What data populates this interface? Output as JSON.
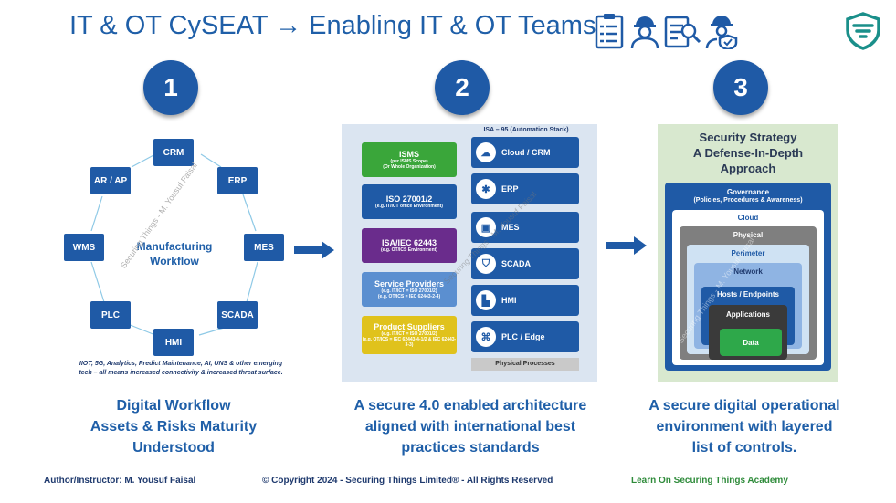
{
  "header": {
    "title": "IT & OT CySEAT → Enabling IT & OT Teams",
    "icons": [
      "checklist-icon",
      "worker-icon",
      "inspection-icon",
      "engineer-shield-icon"
    ],
    "logo_icon": "shield-logo-icon"
  },
  "steps": [
    "1",
    "2",
    "3"
  ],
  "panel1": {
    "nodes": [
      "CRM",
      "ERP",
      "MES",
      "SCADA",
      "HMI",
      "PLC",
      "WMS",
      "AR / AP"
    ],
    "center_line1": "Manufacturing",
    "center_line2": "Workflow",
    "note_line1": "IIOT, 5G, Analytics, Predict Maintenance, AI, UNS & other emerging",
    "note_line2": "tech – all means increased connectivity & increased threat surface.",
    "caption": [
      "Digital Workflow",
      "Assets & Risks Maturity",
      "Understood"
    ]
  },
  "panel2": {
    "stack_title": "ISA – 95 (Automation Stack)",
    "standards": [
      {
        "name": "ISMS",
        "sub1": "(per ISMS Scope)",
        "sub2": "(Or Whole Organization)",
        "color": "#3aa63a"
      },
      {
        "name": "ISO 27001/2",
        "sub1": "(e.g. IT/ICT office Environment)",
        "sub2": "",
        "color": "#1f5aa6"
      },
      {
        "name": "ISA/IEC 62443",
        "sub1": "(e.g. OT/ICS Environment)",
        "sub2": "",
        "color": "#6a2c8c"
      },
      {
        "name": "Service Providers",
        "sub1": "(e.g. IT/ICT = ISO 27001/2)",
        "sub2": "(e.g. OT/ICS = IEC 62443-2-4)",
        "color": "#5b8fd0"
      },
      {
        "name": "Product Suppliers",
        "sub1": "(e.g. IT/ICT = ISO 27001/2)",
        "sub2": "(e.g. OT/ICS = IEC 62443-4-1/2 & IEC 62443-3-3)",
        "color": "#e0c21c"
      }
    ],
    "layers": [
      {
        "label": "Cloud / CRM",
        "icon": "cloud-icon"
      },
      {
        "label": "ERP",
        "icon": "network-icon"
      },
      {
        "label": "MES",
        "icon": "monitor-icon"
      },
      {
        "label": "SCADA",
        "icon": "shield-icon"
      },
      {
        "label": "HMI",
        "icon": "factory-icon"
      },
      {
        "label": "PLC / Edge",
        "icon": "chip-icon"
      }
    ],
    "physical": "Physical Processes",
    "caption": [
      "A secure 4.0 enabled architecture",
      "aligned with international best",
      "practices standards"
    ]
  },
  "panel3": {
    "title": [
      "Security Strategy",
      "A Defense-In-Depth",
      "Approach"
    ],
    "governance_1": "Governance",
    "governance_2": "(Policies, Procedures  & Awareness)",
    "rings": [
      "Cloud",
      "Physical",
      "Perimeter",
      "Network",
      "Hosts / Endpoints",
      "Applications",
      "Data"
    ],
    "caption": [
      "A secure digital operational",
      "environment with layered",
      "list of controls."
    ]
  },
  "watermark": "Securing Things - M. Yousuf Faisal",
  "footer": {
    "author": "Author/Instructor: M. Yousuf Faisal",
    "copyright": "© Copyright 2024 - Securing Things Limited® - All Rights Reserved",
    "academy": "Learn On Securing Things Academy"
  },
  "colors": {
    "primary": "#1f5aa6",
    "title": "#1f5fa8",
    "academy": "#2e8b3a"
  }
}
